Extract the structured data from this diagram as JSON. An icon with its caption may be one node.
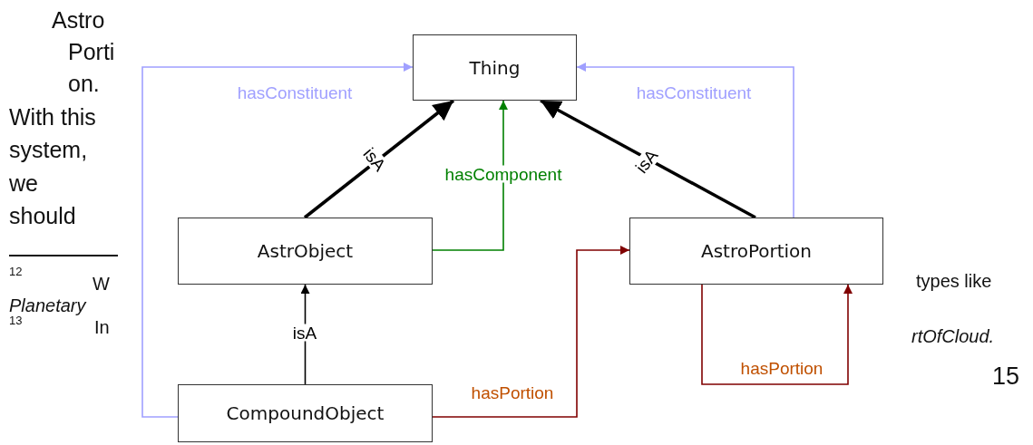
{
  "diagram": {
    "nodes": [
      {
        "text": [
          "Thing"
        ]
      },
      {
        "text": [
          "AstrObject"
        ]
      },
      {
        "text": [
          "AstroPortion"
        ]
      },
      {
        "text": [
          "CompoundObject"
        ]
      }
    ],
    "edges": [
      {
        "from": 1,
        "to": 0,
        "arrow": "to",
        "label": "isA",
        "style": "thick"
      },
      {
        "from": 2,
        "to": 0,
        "arrow": "to",
        "label": "isA",
        "style": "thick"
      },
      {
        "from": 1,
        "to": 0,
        "arrow": "to",
        "label": "hasComponent",
        "color": "#008000"
      },
      {
        "from": 3,
        "to": 0,
        "arrow": "to",
        "label": "hasConstituent",
        "color": "#a0a0ff"
      },
      {
        "from": 2,
        "to": 0,
        "arrow": "to",
        "label": "hasConstituent",
        "color": "#a0a0ff"
      },
      {
        "from": 3,
        "to": 1,
        "arrow": "to",
        "label": "isA"
      },
      {
        "from": 3,
        "to": 2,
        "arrow": "to",
        "label": "hasPortion",
        "color": "#800000"
      },
      {
        "from": 2,
        "to": 2,
        "arrow": "to",
        "label": "hasPortion",
        "color": "#800000"
      }
    ],
    "labels": [
      "Astro",
      "Porti",
      "on.",
      "With this",
      "system,",
      "we",
      "should",
      "12",
      "W",
      "Planetary",
      "13",
      "In",
      "types like",
      "rtOfCloud.",
      "15"
    ]
  }
}
